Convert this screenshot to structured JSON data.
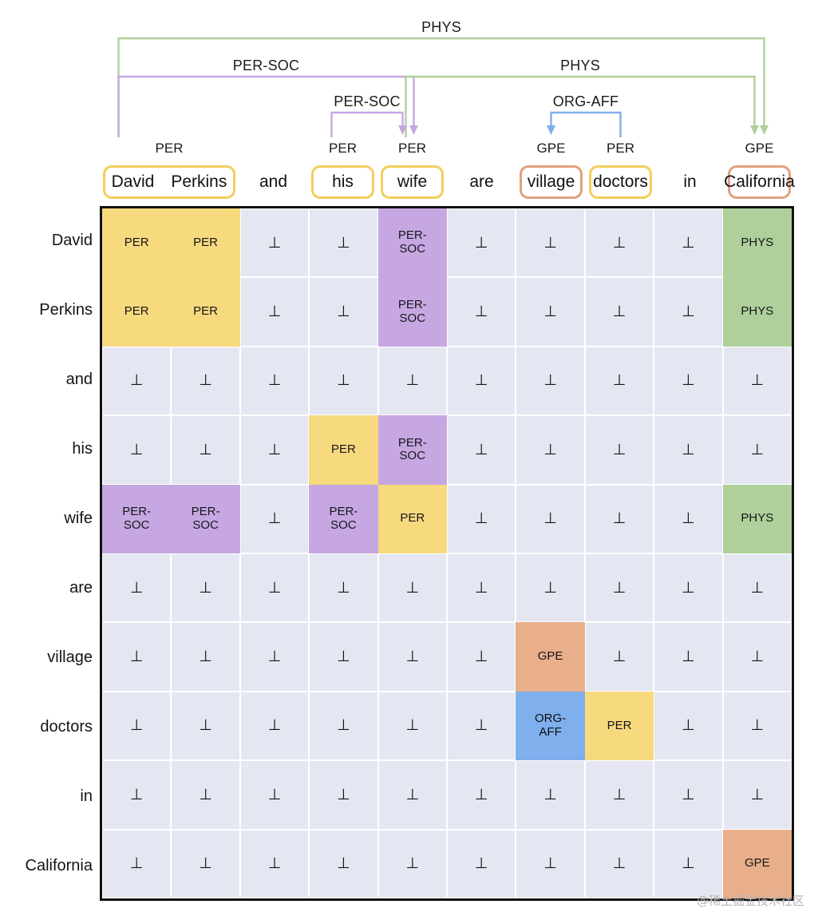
{
  "figure": {
    "kind": "relation-extraction-table-filling",
    "watermark": "@稀土掘金技术社区"
  },
  "sentence": {
    "tokens": [
      {
        "text": "David",
        "boxed": true,
        "box_color": "yellow",
        "entity_type": "PER",
        "type_span": "David Perkins"
      },
      {
        "text": "Perkins",
        "boxed": true,
        "box_color": "yellow",
        "entity_type": "",
        "type_span": ""
      },
      {
        "text": "and",
        "boxed": false,
        "box_color": "",
        "entity_type": "",
        "type_span": ""
      },
      {
        "text": "his",
        "boxed": true,
        "box_color": "yellow",
        "entity_type": "PER",
        "type_span": "his"
      },
      {
        "text": "wife",
        "boxed": true,
        "box_color": "yellow",
        "entity_type": "PER",
        "type_span": "wife"
      },
      {
        "text": "are",
        "boxed": false,
        "box_color": "",
        "entity_type": "",
        "type_span": ""
      },
      {
        "text": "village",
        "boxed": true,
        "box_color": "orange",
        "entity_type": "GPE",
        "type_span": "village"
      },
      {
        "text": "doctors",
        "boxed": true,
        "box_color": "yellow",
        "entity_type": "PER",
        "type_span": "doctors"
      },
      {
        "text": "in",
        "boxed": false,
        "box_color": "",
        "entity_type": "",
        "type_span": ""
      },
      {
        "text": "California",
        "boxed": true,
        "box_color": "orange",
        "entity_type": "GPE",
        "type_span": "California"
      }
    ]
  },
  "arcs": [
    {
      "label": "PHYS",
      "color": "#AFD09B",
      "from": 0,
      "to": 9,
      "level": 1
    },
    {
      "label": "PER-SOC",
      "color": "#C6A7E2",
      "from": 0,
      "to": 4,
      "level": 2
    },
    {
      "label": "PHYS",
      "color": "#AFD09B",
      "from": 4,
      "to": 9,
      "level": 2
    },
    {
      "label": "PER-SOC",
      "color": "#C6A7E2",
      "from": 3,
      "to": 4,
      "level": 3
    },
    {
      "label": "ORG-AFF",
      "color": "#7FAFEC",
      "from": 7,
      "to": 6,
      "level": 3
    }
  ],
  "legend_colors": {
    "per": "#F7D97E",
    "per_soc": "#C6A7E2",
    "phys": "#AFD09B",
    "gpe": "#E9AF8B",
    "org_aff": "#7FAFEC",
    "empty": "#e4e7f2",
    "grid_border": "#111111"
  },
  "matrix": {
    "empty_symbol": "⊥",
    "row_headers": [
      "David",
      "Perkins",
      "and",
      "his",
      "wife",
      "are",
      "village",
      "doctors",
      "in",
      "California"
    ],
    "col_headers": [
      "David",
      "Perkins",
      "and",
      "his",
      "wife",
      "are",
      "village",
      "doctors",
      "in",
      "California"
    ],
    "rows": [
      [
        {
          "t": "PER",
          "k": "per"
        },
        {
          "t": "PER",
          "k": "per"
        },
        {
          "t": "⊥",
          "k": "none"
        },
        {
          "t": "⊥",
          "k": "none"
        },
        {
          "t": "PER-SOC",
          "k": "persoc"
        },
        {
          "t": "⊥",
          "k": "none"
        },
        {
          "t": "⊥",
          "k": "none"
        },
        {
          "t": "⊥",
          "k": "none"
        },
        {
          "t": "⊥",
          "k": "none"
        },
        {
          "t": "PHYS",
          "k": "phys"
        }
      ],
      [
        {
          "t": "PER",
          "k": "per"
        },
        {
          "t": "PER",
          "k": "per"
        },
        {
          "t": "⊥",
          "k": "none"
        },
        {
          "t": "⊥",
          "k": "none"
        },
        {
          "t": "PER-SOC",
          "k": "persoc"
        },
        {
          "t": "⊥",
          "k": "none"
        },
        {
          "t": "⊥",
          "k": "none"
        },
        {
          "t": "⊥",
          "k": "none"
        },
        {
          "t": "⊥",
          "k": "none"
        },
        {
          "t": "PHYS",
          "k": "phys"
        }
      ],
      [
        {
          "t": "⊥",
          "k": "none"
        },
        {
          "t": "⊥",
          "k": "none"
        },
        {
          "t": "⊥",
          "k": "none"
        },
        {
          "t": "⊥",
          "k": "none"
        },
        {
          "t": "⊥",
          "k": "none"
        },
        {
          "t": "⊥",
          "k": "none"
        },
        {
          "t": "⊥",
          "k": "none"
        },
        {
          "t": "⊥",
          "k": "none"
        },
        {
          "t": "⊥",
          "k": "none"
        },
        {
          "t": "⊥",
          "k": "none"
        }
      ],
      [
        {
          "t": "⊥",
          "k": "none"
        },
        {
          "t": "⊥",
          "k": "none"
        },
        {
          "t": "⊥",
          "k": "none"
        },
        {
          "t": "PER",
          "k": "per"
        },
        {
          "t": "PER-SOC",
          "k": "persoc"
        },
        {
          "t": "⊥",
          "k": "none"
        },
        {
          "t": "⊥",
          "k": "none"
        },
        {
          "t": "⊥",
          "k": "none"
        },
        {
          "t": "⊥",
          "k": "none"
        },
        {
          "t": "⊥",
          "k": "none"
        }
      ],
      [
        {
          "t": "PER-SOC",
          "k": "persoc"
        },
        {
          "t": "PER-SOC",
          "k": "persoc"
        },
        {
          "t": "⊥",
          "k": "none"
        },
        {
          "t": "PER-SOC",
          "k": "persoc"
        },
        {
          "t": "PER",
          "k": "per"
        },
        {
          "t": "⊥",
          "k": "none"
        },
        {
          "t": "⊥",
          "k": "none"
        },
        {
          "t": "⊥",
          "k": "none"
        },
        {
          "t": "⊥",
          "k": "none"
        },
        {
          "t": "PHYS",
          "k": "phys"
        }
      ],
      [
        {
          "t": "⊥",
          "k": "none"
        },
        {
          "t": "⊥",
          "k": "none"
        },
        {
          "t": "⊥",
          "k": "none"
        },
        {
          "t": "⊥",
          "k": "none"
        },
        {
          "t": "⊥",
          "k": "none"
        },
        {
          "t": "⊥",
          "k": "none"
        },
        {
          "t": "⊥",
          "k": "none"
        },
        {
          "t": "⊥",
          "k": "none"
        },
        {
          "t": "⊥",
          "k": "none"
        },
        {
          "t": "⊥",
          "k": "none"
        }
      ],
      [
        {
          "t": "⊥",
          "k": "none"
        },
        {
          "t": "⊥",
          "k": "none"
        },
        {
          "t": "⊥",
          "k": "none"
        },
        {
          "t": "⊥",
          "k": "none"
        },
        {
          "t": "⊥",
          "k": "none"
        },
        {
          "t": "⊥",
          "k": "none"
        },
        {
          "t": "GPE",
          "k": "gpe"
        },
        {
          "t": "⊥",
          "k": "none"
        },
        {
          "t": "⊥",
          "k": "none"
        },
        {
          "t": "⊥",
          "k": "none"
        }
      ],
      [
        {
          "t": "⊥",
          "k": "none"
        },
        {
          "t": "⊥",
          "k": "none"
        },
        {
          "t": "⊥",
          "k": "none"
        },
        {
          "t": "⊥",
          "k": "none"
        },
        {
          "t": "⊥",
          "k": "none"
        },
        {
          "t": "⊥",
          "k": "none"
        },
        {
          "t": "ORG-AFF",
          "k": "orgaff"
        },
        {
          "t": "PER",
          "k": "per"
        },
        {
          "t": "⊥",
          "k": "none"
        },
        {
          "t": "⊥",
          "k": "none"
        }
      ],
      [
        {
          "t": "⊥",
          "k": "none"
        },
        {
          "t": "⊥",
          "k": "none"
        },
        {
          "t": "⊥",
          "k": "none"
        },
        {
          "t": "⊥",
          "k": "none"
        },
        {
          "t": "⊥",
          "k": "none"
        },
        {
          "t": "⊥",
          "k": "none"
        },
        {
          "t": "⊥",
          "k": "none"
        },
        {
          "t": "⊥",
          "k": "none"
        },
        {
          "t": "⊥",
          "k": "none"
        },
        {
          "t": "⊥",
          "k": "none"
        }
      ],
      [
        {
          "t": "⊥",
          "k": "none"
        },
        {
          "t": "⊥",
          "k": "none"
        },
        {
          "t": "⊥",
          "k": "none"
        },
        {
          "t": "⊥",
          "k": "none"
        },
        {
          "t": "⊥",
          "k": "none"
        },
        {
          "t": "⊥",
          "k": "none"
        },
        {
          "t": "⊥",
          "k": "none"
        },
        {
          "t": "⊥",
          "k": "none"
        },
        {
          "t": "⊥",
          "k": "none"
        },
        {
          "t": "GPE",
          "k": "gpe"
        }
      ]
    ]
  }
}
